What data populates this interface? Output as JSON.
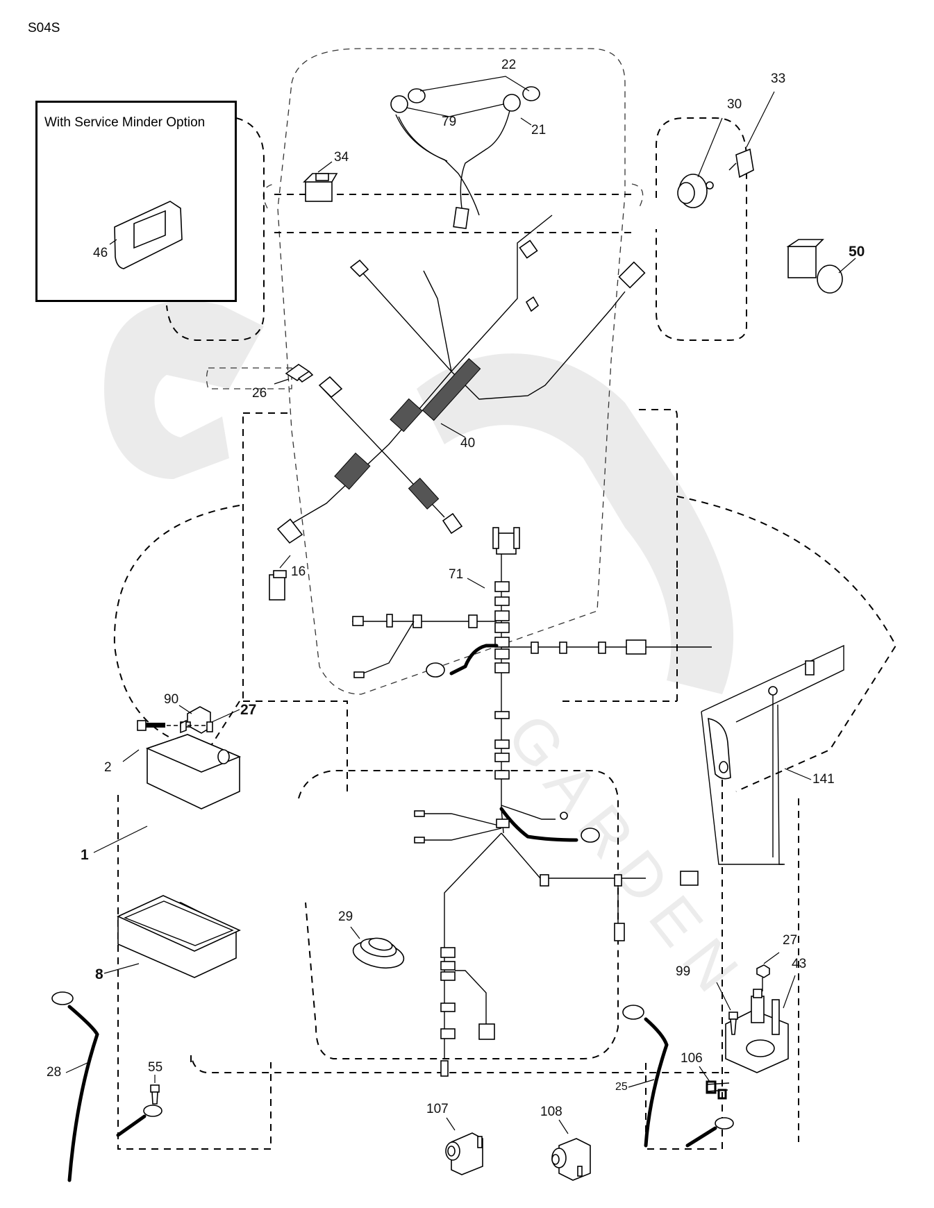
{
  "diagram": {
    "code": "S04S",
    "inset_title": "With Service Minder Option",
    "watermark_text": "GARDEN",
    "callouts": [
      {
        "id": "c22",
        "label": "22",
        "part": "bulb"
      },
      {
        "id": "c79",
        "label": "79",
        "part": "bulb socket"
      },
      {
        "id": "c21",
        "label": "21",
        "part": "headlight harness"
      },
      {
        "id": "c34",
        "label": "34",
        "part": "switch"
      },
      {
        "id": "c30",
        "label": "30",
        "part": "ignition switch"
      },
      {
        "id": "c33",
        "label": "33",
        "part": "key"
      },
      {
        "id": "c50",
        "label": "50",
        "part": "PTO switch",
        "bold": true
      },
      {
        "id": "c46",
        "label": "46",
        "part": "service minder hour meter"
      },
      {
        "id": "c26",
        "label": "26",
        "part": "fuse holder"
      },
      {
        "id": "c40",
        "label": "40",
        "part": "dash wiring harness"
      },
      {
        "id": "c16",
        "label": "16",
        "part": "relay"
      },
      {
        "id": "c71",
        "label": "71",
        "part": "main wiring harness"
      },
      {
        "id": "c90",
        "label": "90",
        "part": "fuse"
      },
      {
        "id": "c27a",
        "label": "27",
        "part": "nut",
        "bold": true
      },
      {
        "id": "c2",
        "label": "2",
        "part": "bolt"
      },
      {
        "id": "c1",
        "label": "1",
        "part": "battery",
        "bold": true
      },
      {
        "id": "c8",
        "label": "8",
        "part": "battery box",
        "bold": true
      },
      {
        "id": "c141",
        "label": "141",
        "part": "seat switch bracket"
      },
      {
        "id": "c29",
        "label": "29",
        "part": "seat switch"
      },
      {
        "id": "c27b",
        "label": "27",
        "part": "nut"
      },
      {
        "id": "c43",
        "label": "43",
        "part": "solenoid"
      },
      {
        "id": "c99",
        "label": "99",
        "part": "screw"
      },
      {
        "id": "c106",
        "label": "106",
        "part": "clip"
      },
      {
        "id": "c28",
        "label": "28",
        "part": "negative battery cable"
      },
      {
        "id": "c55",
        "label": "55",
        "part": "bolt"
      },
      {
        "id": "c25",
        "label": "25",
        "part": "positive battery cable"
      },
      {
        "id": "c107",
        "label": "107",
        "part": "interlock switch"
      },
      {
        "id": "c108",
        "label": "108",
        "part": "interlock switch"
      }
    ]
  }
}
